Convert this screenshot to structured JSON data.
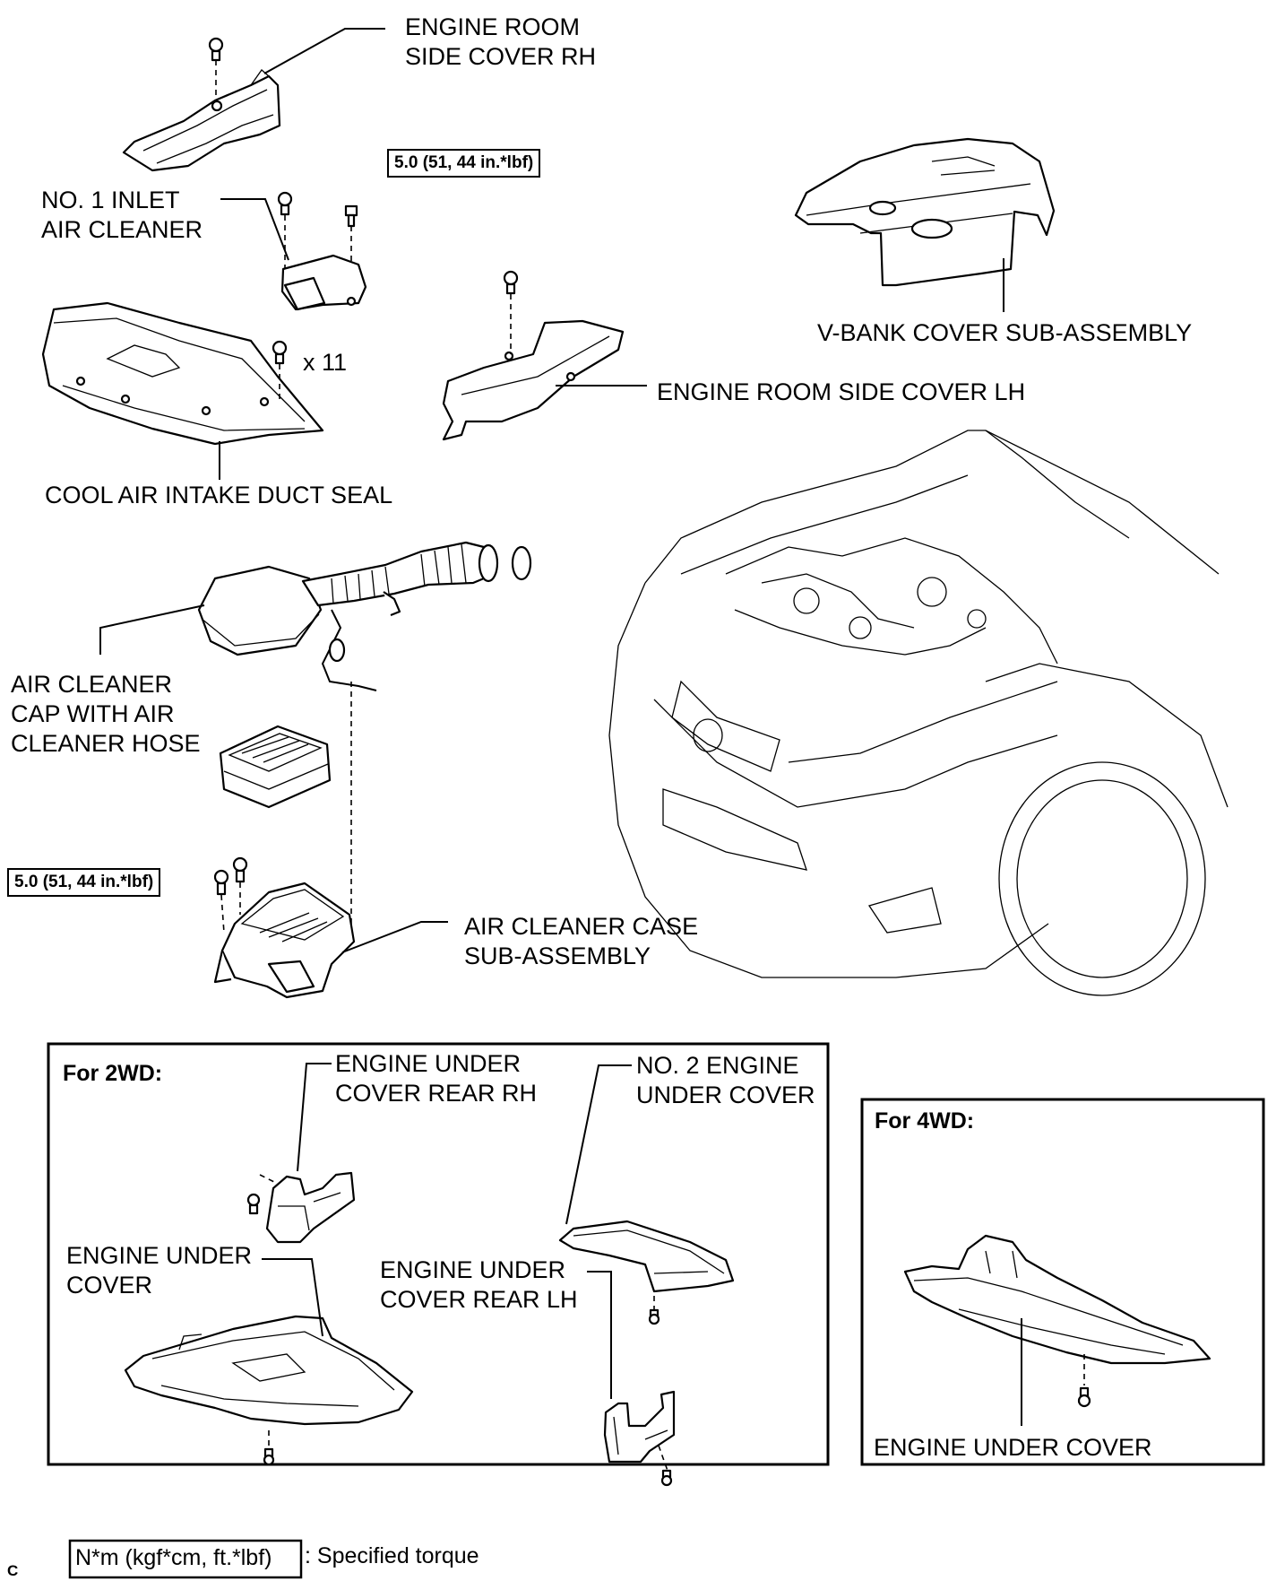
{
  "labels": {
    "engine_room_side_cover_rh": [
      "ENGINE ROOM",
      "SIDE COVER RH"
    ],
    "no1_inlet_air_cleaner": [
      "NO. 1 INLET",
      "AIR CLEANER"
    ],
    "v_bank_cover": "V-BANK COVER SUB-ASSEMBLY",
    "engine_room_side_cover_lh": "ENGINE ROOM SIDE COVER LH",
    "clip_count": "x 11",
    "cool_air_intake_duct_seal": "COOL AIR INTAKE DUCT SEAL",
    "air_cleaner_cap": [
      "AIR CLEANER",
      "CAP WITH AIR",
      "CLEANER HOSE"
    ],
    "air_cleaner_case": [
      "AIR CLEANER CASE",
      "SUB-ASSEMBLY"
    ],
    "engine_under_cover_rear_rh": [
      "ENGINE UNDER",
      "COVER REAR RH"
    ],
    "no2_engine_under_cover": [
      "NO. 2 ENGINE",
      "UNDER COVER"
    ],
    "engine_under_cover_2wd": [
      "ENGINE UNDER",
      "COVER"
    ],
    "engine_under_cover_rear_lh": [
      "ENGINE UNDER",
      "COVER REAR LH"
    ],
    "engine_under_cover_4wd": "ENGINE UNDER COVER"
  },
  "torque": {
    "inlet": "5.0 (51, 44 in.*lbf)",
    "case": "5.0 (51, 44 in.*lbf)"
  },
  "boxes": {
    "for_2wd": "For 2WD:",
    "for_4wd": "For 4WD:"
  },
  "legend": {
    "unit": "N*m (kgf*cm, ft.*lbf)",
    "description": ": Specified torque"
  },
  "corner_mark": "C"
}
